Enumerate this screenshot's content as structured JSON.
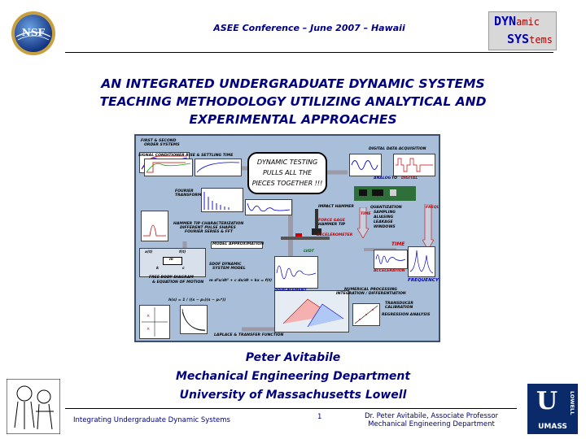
{
  "header": {
    "conference": "ASEE Conference – June 2007 – Hawaii",
    "nsf_logo_text": "NSF",
    "dyn_logo": {
      "line1_a": "DYN",
      "line1_b": "amic",
      "line2_a": "SYS",
      "line2_b": "tems"
    }
  },
  "title": {
    "line1": "AN INTEGRATED UNDERGRADUATE DYNAMIC SYSTEMS",
    "line2": "TEACHING METHODOLOGY UTILIZING ANALYTICAL AND",
    "line3": "EXPERIMENTAL APPROACHES"
  },
  "figure": {
    "callout": {
      "line1": "DYNAMIC TESTING",
      "line2": "PULLS ALL THE",
      "line3": "PIECES TOGETHER !!!"
    },
    "labels": {
      "first_second_1": "FIRST & SECOND",
      "first_second_2": "ORDER SYSTEMS",
      "signal_conditioner": "SIGNAL CONDITIONER RISE & SETTLING TIME",
      "fourier_1": "FOURIER",
      "fourier_2": "TRANSFORM",
      "hammer_tip": "HAMMER TIP CHARACTERIZATION",
      "pulse_shapes": "DIFFERENT PULSE SHAPES",
      "fourier_series": "FOURIER SERIES & FFT",
      "model_approx": "MODEL APPROXIMATION",
      "x_t": "x(t)",
      "f_t": "f(t)",
      "m": "m",
      "k": "k",
      "c": "c",
      "sdof_1": "SDOF DYNAMIC",
      "sdof_2": "SYSTEM MODEL",
      "fbd_1": "FREE BODY DIAGRAM",
      "fbd_2": "& EQUATION OF MOTION",
      "eom": "m d²x/dt² + c dx/dt + kx = f(t)",
      "hs_1": "h(s) = 1 / ((s − p₁)(s − p₁*))",
      "laplace": "LAPLACE & TRANSFER FUNCTION",
      "digital_acq": "DIGITAL DATA ACQUISITION",
      "analog": "ANALOG",
      "to": "TO",
      "digital": "DIGITAL",
      "impact_hammer": "IMPACT HAMMER",
      "force_gage": "FORCE GAGE",
      "hammer_tip2": "HAMMER TIP",
      "accelerometer": "ACCELEROMETER",
      "lvdt": "LVDT",
      "quantization": "QUANTIZATION",
      "sampling": "SAMPLING",
      "aliasing": "ALIASING",
      "leakage": "LEAKAGE",
      "windows": "WINDOWS",
      "time_vert": "TIME",
      "frequency_vert": "FREQUENCY",
      "time": "TIME",
      "acceleration": "ACCELERATION",
      "frequency": "FREQUENCY",
      "displacement": "DISPLACEMENT",
      "numerical_1": "NUMERICAL PROCESSING",
      "numerical_2": "INTEGRATION / DIFFERENTIATION",
      "transducer_1": "TRANSDUCER",
      "transducer_2": "CALIBRATION",
      "regression": "REGRESSION ANALYSIS"
    }
  },
  "author": {
    "name": "Peter Avitabile",
    "department": "Mechanical Engineering Department",
    "university": "University of Massachusetts Lowell"
  },
  "footer": {
    "left": "Integrating Undergraduate Dynamic Systems",
    "page": "1",
    "right1": "Dr. Peter Avitabile, Associate Professor",
    "right2": "Mechanical Engineering Department",
    "umass": "UMASS",
    "lowell": "LOWELL"
  },
  "colors": {
    "title": "#000080",
    "figure_bg": "#a9bfd9",
    "arrow": "#9a9aa8",
    "accent_red": "#c00000"
  }
}
